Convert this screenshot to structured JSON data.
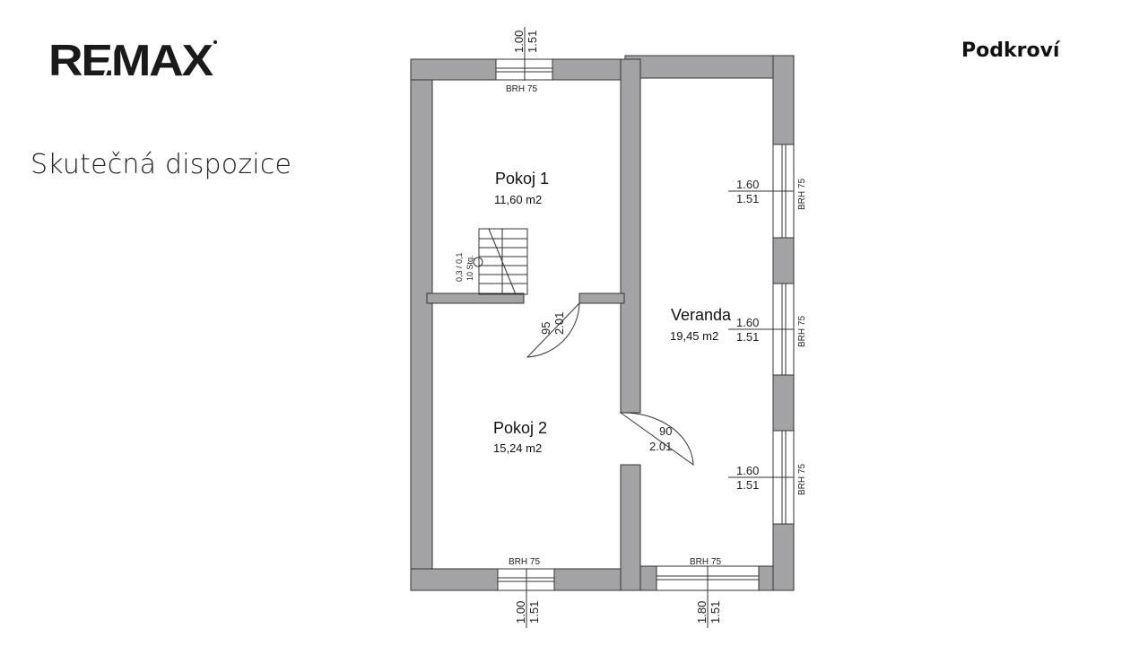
{
  "header": {
    "logo_text": "RE/MAX",
    "floor_label": "Podkroví",
    "subtitle": "Skutečná dispozice"
  },
  "rooms": [
    {
      "name": "Pokoj 1",
      "area": "11,60 m2"
    },
    {
      "name": "Pokoj 2",
      "area": "15,24 m2"
    },
    {
      "name": "Veranda",
      "area": "19,45 m2"
    }
  ],
  "windows": {
    "top_left": {
      "line1": "1.00",
      "line2": "1.51",
      "sill": "BRH 75"
    },
    "bottom_left": {
      "line1": "1.00",
      "line2": "1.51",
      "sill": "BRH 75"
    },
    "bottom_right": {
      "line1": "1.80",
      "line2": "1.51",
      "sill": "BRH 75"
    },
    "right_1": {
      "line1": "1.60",
      "line2": "1.51",
      "sill": "BRH 75"
    },
    "right_2": {
      "line1": "1.60",
      "line2": "1.51",
      "sill": "BRH 75"
    },
    "right_3": {
      "line1": "1.60",
      "line2": "1.51",
      "sill": "BRH 75"
    }
  },
  "doors": {
    "door_1": {
      "width": "95",
      "height": "2.01"
    },
    "door_2": {
      "width": "90",
      "height": "2.01"
    }
  },
  "stairs": {
    "line1": "0,3 / 0,1",
    "line2": "10 Stg."
  },
  "colors": {
    "wall": "#a3a3a6",
    "logo": "#1a1a1a"
  }
}
